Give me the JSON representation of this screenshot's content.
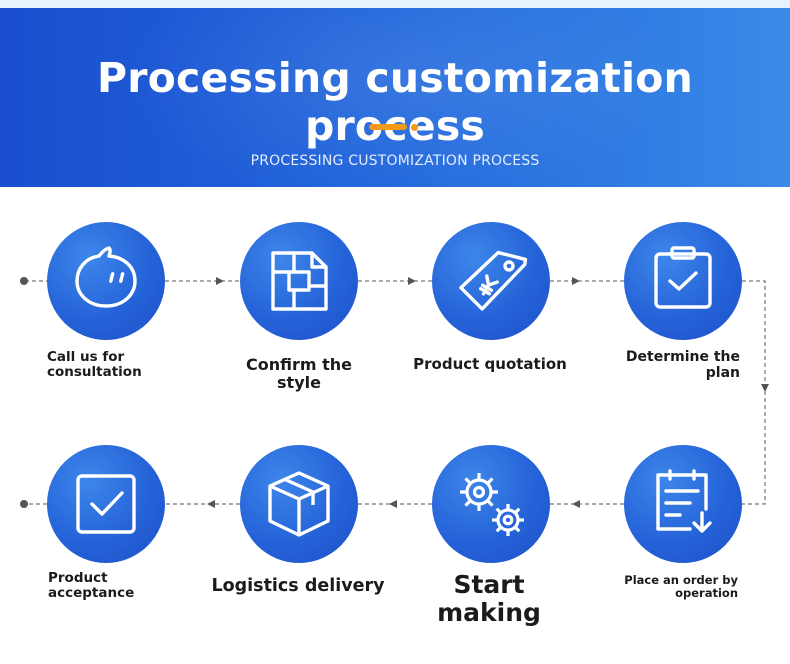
{
  "header": {
    "title": "Processing customization process",
    "subtitle": "PROCESSING CUSTOMIZATION PROCESS"
  },
  "colors": {
    "banner_start": "#1a4fcf",
    "banner_end": "#3a8ae8",
    "accent": "#f39a1a",
    "circle": "#2563d8",
    "line": "#555555",
    "text": "#1b1b1b"
  },
  "steps": [
    {
      "label_1": "Call us for",
      "label_2": "consultation",
      "icon": "chat-bubble-icon"
    },
    {
      "label_1": "Confirm the style",
      "icon": "layout-template-icon"
    },
    {
      "label_1": "Product quotation",
      "icon": "price-tag-icon"
    },
    {
      "label_1": "Determine the",
      "label_2": "plan",
      "icon": "clipboard-check-icon"
    },
    {
      "label_1": "Place an order by",
      "label_2": "operation",
      "icon": "order-document-icon"
    },
    {
      "label_1": "Start making",
      "icon": "gears-icon"
    },
    {
      "label_1": "Logistics delivery",
      "icon": "package-box-icon"
    },
    {
      "label_1": "Product",
      "label_2": "acceptance",
      "icon": "checkbox-icon"
    }
  ]
}
